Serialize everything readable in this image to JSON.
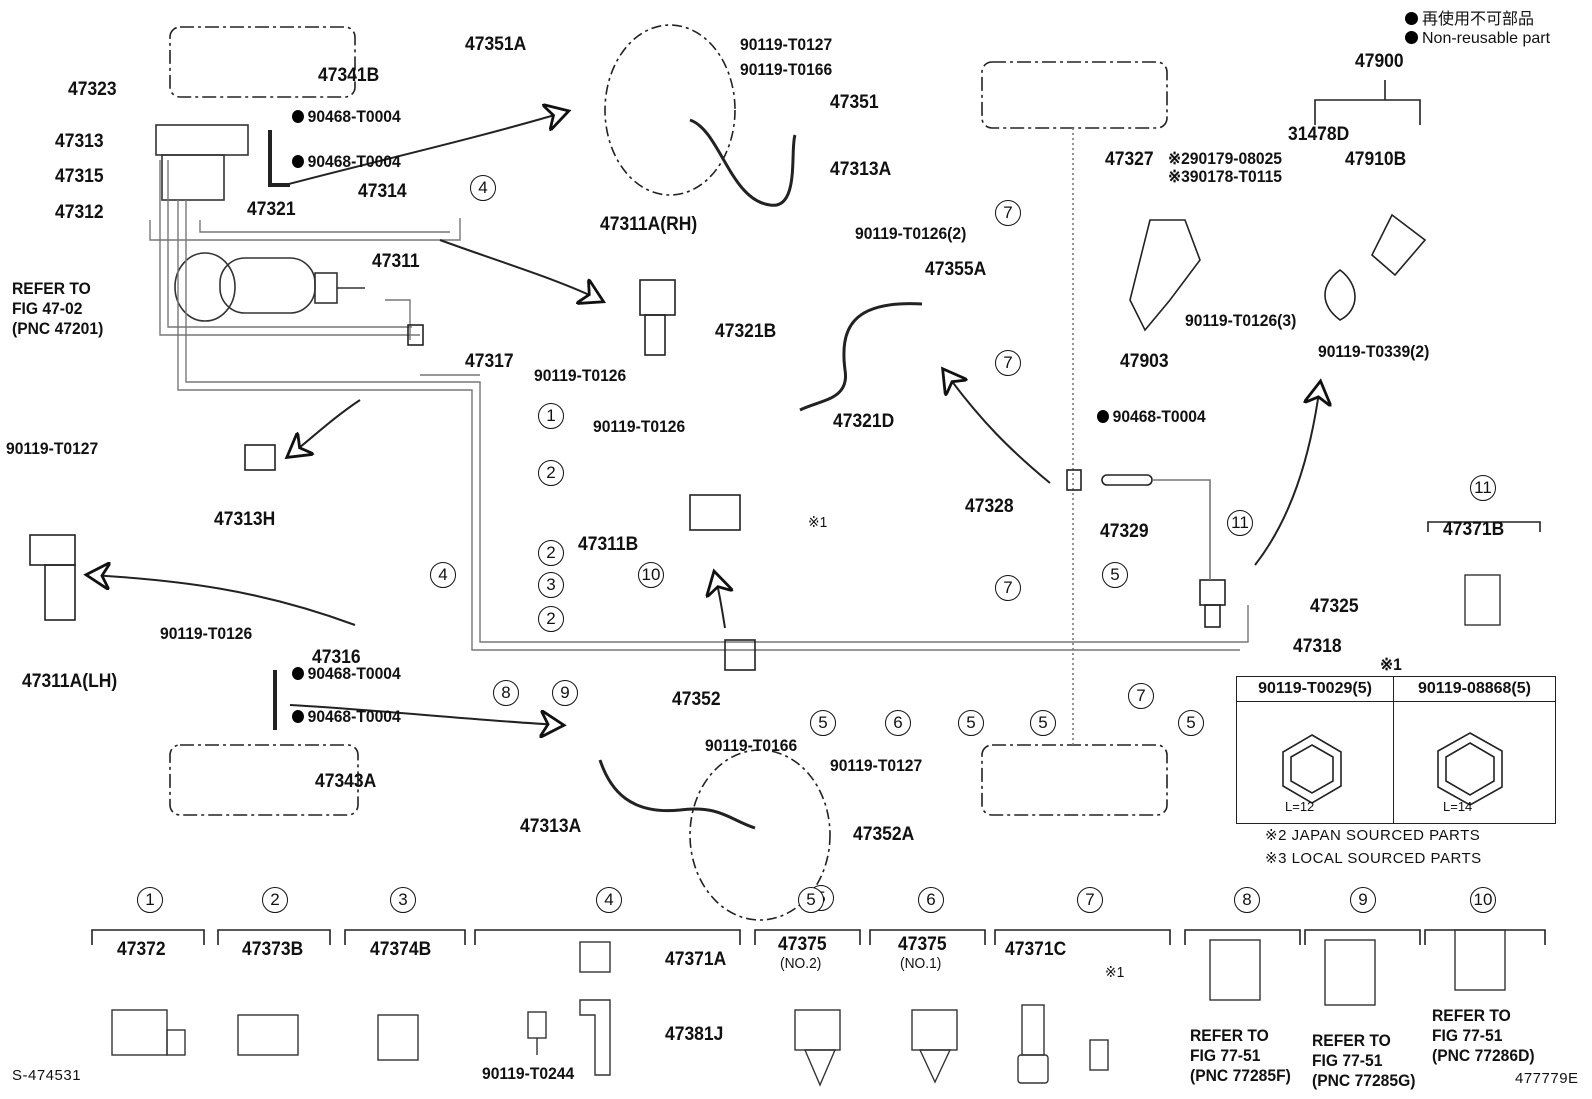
{
  "legend": {
    "non_reusable_jp": "再使用不可部品",
    "non_reusable_en": "Non-reusable part"
  },
  "parts": {
    "p47341B": "47341B",
    "p47323": "47323",
    "p47313": "47313",
    "p47315": "47315",
    "p47312": "47312",
    "p47321": "47321",
    "p47314": "47314",
    "p47311": "47311",
    "p47317": "47317",
    "p47313H": "47313H",
    "p47311A_LH": "47311A(LH)",
    "p47316": "47316",
    "p47343A": "47343A",
    "p47351A": "47351A",
    "p47351": "47351",
    "p47313A_top": "47313A",
    "p47311A_RH": "47311A(RH)",
    "p47311B": "47311B",
    "p47321B": "47321B",
    "p47321D": "47321D",
    "p47352": "47352",
    "p47313A_bot": "47313A",
    "p47352A": "47352A",
    "p47355A": "47355A",
    "p47327": "47327",
    "p47328": "47328",
    "p47329": "47329",
    "p47325": "47325",
    "p47318": "47318",
    "p47903": "47903",
    "p47900": "47900",
    "p31478D": "31478D",
    "p47910B": "47910B",
    "p47371B": "47371B",
    "bolt_t0004_1": "90468-T0004",
    "bolt_t0004_2": "90468-T0004",
    "bolt_t0004_3": "90468-T0004",
    "bolt_t0004_4": "90468-T0004",
    "bolt_t0004_5": "90468-T0004",
    "bolt_t0127_a": "90119-T0127",
    "bolt_t0166_a": "90119-T0166",
    "bolt_t0127_left": "90119-T0127",
    "bolt_t0126_a": "90119-T0126",
    "bolt_t0126_mid": "90119-T0126",
    "bolt_t0126_lh": "90119-T0126",
    "bolt_t0166_b": "90119-T0166",
    "bolt_t0127_b": "90119-T0127",
    "bolt_t0126_2": "90119-T0126(2)",
    "bolt_t0126_3": "90119-T0126(3)",
    "bolt_t0339_2": "90119-T0339(2)",
    "bolt_08025": "90179-08025",
    "bolt_t0115": "90178-T0115",
    "mark2": "※2",
    "mark3": "※3",
    "mark1_mid": "※1"
  },
  "refer": {
    "line1": "REFER TO",
    "line2": "FIG 47-02",
    "line3": "(PNC 47201)"
  },
  "callouts": [
    "1",
    "2",
    "2",
    "3",
    "2",
    "4",
    "4",
    "5",
    "5",
    "5",
    "5",
    "5",
    "5",
    "6",
    "7",
    "7",
    "7",
    "7",
    "8",
    "9",
    "10",
    "11",
    "11"
  ],
  "clip_table": {
    "mark": "※1",
    "col1": "90119-T0029(5)",
    "col2": "90119-08868(5)",
    "dim1": "L=12",
    "dim2": "L=14",
    "note2": "※2 JAPAN SOURCED PARTS",
    "note3": "※3 LOCAL SOURCED PARTS"
  },
  "bottom_items": [
    {
      "num": "1",
      "part": "47372"
    },
    {
      "num": "2",
      "part": "47373B"
    },
    {
      "num": "3",
      "part": "47374B"
    },
    {
      "num": "4",
      "part": "47371A",
      "part2": "47381J",
      "bolt": "90119-T0244"
    },
    {
      "num": "5",
      "part": "47375",
      "sub": "(NO.2)"
    },
    {
      "num": "6",
      "part": "47375",
      "sub": "(NO.1)"
    },
    {
      "num": "7",
      "part": "47371C",
      "mark": "※1"
    },
    {
      "num": "8",
      "ref1": "REFER TO",
      "ref2": "FIG 77-51",
      "ref3": "(PNC 77285F)"
    },
    {
      "num": "9",
      "ref1": "REFER TO",
      "ref2": "FIG 77-51",
      "ref3": "(PNC 77285G)"
    },
    {
      "num": "10",
      "ref1": "REFER TO",
      "ref2": "FIG 77-51",
      "ref3": "(PNC 77286D)"
    }
  ],
  "item11": {
    "num": "11",
    "part": "47371B"
  },
  "footer": {
    "left_code": "S-474531",
    "right_code": "477779E"
  }
}
